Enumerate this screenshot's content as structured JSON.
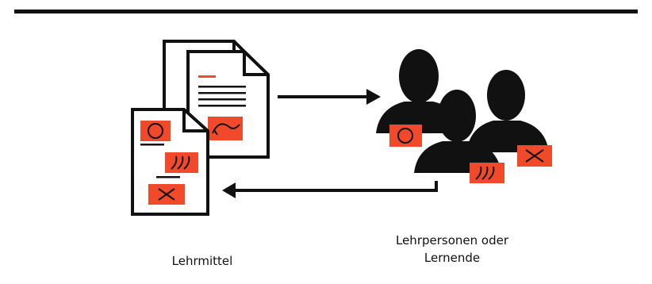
{
  "labels": {
    "materials": "Lehrmittel",
    "people_line1": "Lehrpersonen oder",
    "people_line2": "Lernende"
  },
  "colors": {
    "accent": "#f04a2a",
    "ink": "#111111",
    "background": "#ffffff"
  },
  "icons": [
    "document-icon",
    "people-icon",
    "circle-symbol",
    "wave-symbol",
    "cross-symbol",
    "arrow-right",
    "arrow-left"
  ]
}
